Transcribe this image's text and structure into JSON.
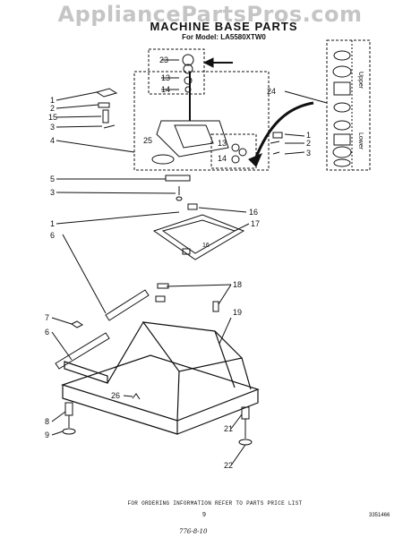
{
  "watermark": "AppliancePartsPros.com",
  "title": "MACHINE BASE PARTS",
  "model": "For Model: LA5580XTW0",
  "callouts": [
    "23",
    "13",
    "14",
    "24",
    "1",
    "2",
    "15",
    "3",
    "4",
    "25",
    "13",
    "14",
    "1",
    "2",
    "3",
    "5",
    "3",
    "1",
    "6",
    "16",
    "17",
    "16",
    "18",
    "7",
    "6",
    "19",
    "26",
    "8",
    "9",
    "21",
    "22"
  ],
  "side_labels": {
    "upper": "Upper",
    "lower": "Lower"
  },
  "footer": "FOR ORDERING INFORMATION REFER TO PARTS PRICE LIST",
  "page_number": "9",
  "part_number": "3351466",
  "handwritten": "776-8-10"
}
